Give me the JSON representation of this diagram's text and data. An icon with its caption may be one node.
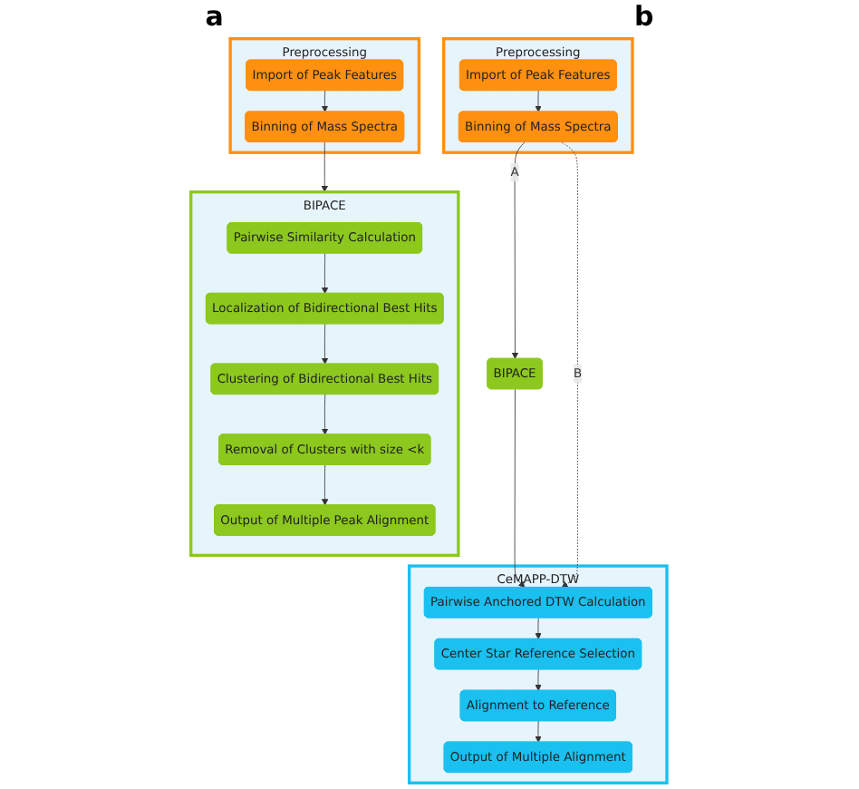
{
  "diagram": {
    "nodes": [
      {
        "text": [
          "Preprocessing"
        ]
      },
      {
        "text": [
          "Import of Peak Features"
        ],
        "in": 0
      },
      {
        "text": [
          "Binning of Mass Spectra"
        ],
        "in": 0
      },
      {
        "text": [
          "BIPACE"
        ]
      },
      {
        "text": [
          "Pairwise Similarity Calculation"
        ],
        "in": 3
      },
      {
        "text": [
          "Localization of Bidirectional Best Hits"
        ],
        "in": 3
      },
      {
        "text": [
          "Clustering of Bidirectional Best Hits"
        ],
        "in": 3
      },
      {
        "text": [
          "Removal of Clusters with size <k"
        ],
        "in": 3
      },
      {
        "text": [
          "Output of Multiple Peak Alignment"
        ],
        "in": 3
      },
      {
        "text": [
          "Preprocessing"
        ]
      },
      {
        "text": [
          "Import of Peak Features"
        ],
        "in": 9
      },
      {
        "text": [
          "Binning of Mass Spectra"
        ],
        "in": 9
      },
      {
        "text": [
          "BIPACE"
        ]
      },
      {
        "text": [
          "CeMAPP-DTW"
        ]
      },
      {
        "text": [
          "Pairwise Anchored DTW Calculation"
        ],
        "in": 13
      },
      {
        "text": [
          "Center Star Reference Selection"
        ],
        "in": 13
      },
      {
        "text": [
          "Alignment to Reference"
        ],
        "in": 13
      },
      {
        "text": [
          "Output of Multiple Alignment"
        ],
        "in": 13
      }
    ],
    "edges": [
      {
        "from": 1,
        "to": 2,
        "arrow": "to"
      },
      {
        "from": 2,
        "to": 3,
        "arrow": "to"
      },
      {
        "from": 4,
        "to": 5,
        "arrow": "to"
      },
      {
        "from": 5,
        "to": 6,
        "arrow": "to"
      },
      {
        "from": 6,
        "to": 7,
        "arrow": "to"
      },
      {
        "from": 7,
        "to": 8,
        "arrow": "to"
      },
      {
        "from": 10,
        "to": 11,
        "arrow": "to"
      },
      {
        "from": 11,
        "to": 12,
        "label": "A",
        "arrow": "to"
      },
      {
        "from": 12,
        "to": 14,
        "arrow": "to"
      },
      {
        "from": 11,
        "to": 14,
        "label": "B",
        "arrow": "to",
        "style": "dashed"
      },
      {
        "from": 14,
        "to": 15,
        "arrow": "to"
      },
      {
        "from": 15,
        "to": 16,
        "arrow": "to"
      },
      {
        "from": 16,
        "to": 17,
        "arrow": "to"
      }
    ],
    "labels": [
      "a",
      "b"
    ]
  }
}
